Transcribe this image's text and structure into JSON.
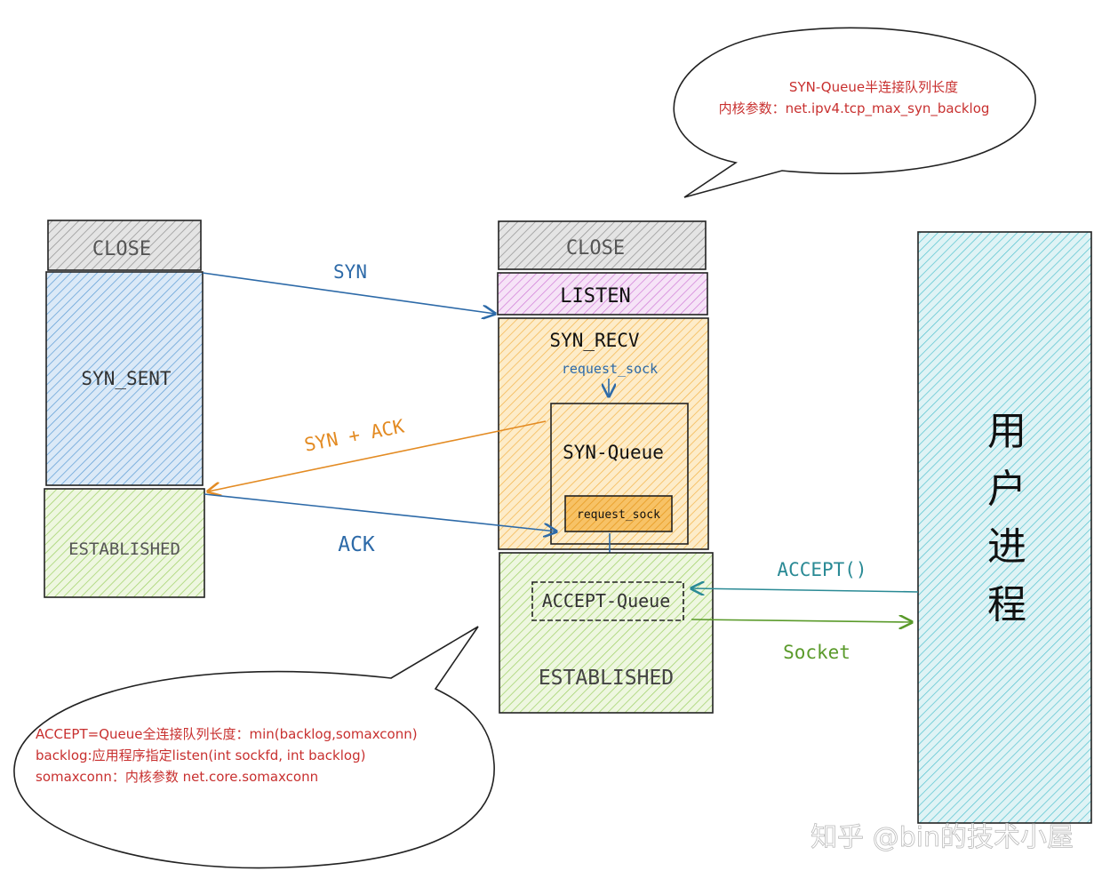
{
  "client": {
    "close": "CLOSE",
    "syn_sent": "SYN_SENT",
    "established": "ESTABLISHED"
  },
  "server": {
    "close": "CLOSE",
    "listen": "LISTEN",
    "syn_recv": "SYN_RECV",
    "request_sock_top": "request_sock",
    "syn_queue": "SYN-Queue",
    "request_sock_inner": "request_sock",
    "accept_queue": "ACCEPT-Queue",
    "established": "ESTABLISHED"
  },
  "user_process": {
    "label": [
      "用",
      "户",
      "进",
      "程"
    ]
  },
  "arrows": {
    "syn": "SYN",
    "syn_ack": "SYN + ACK",
    "ack": "ACK",
    "accept": "ACCEPT()",
    "socket": "Socket"
  },
  "bubble_top": {
    "line1": "SYN-Queue半连接队列长度",
    "line2": "内核参数：net.ipv4.tcp_max_syn_backlog"
  },
  "bubble_bottom": {
    "line1": "ACCEPT=Queue全连接队列长度：min(backlog,somaxconn)",
    "line2": "backlog:应用程序指定listen(int sockfd, int backlog)",
    "line3": "somaxconn：内核参数 net.core.somaxconn"
  },
  "watermark": "知乎 @bin的技术小屋",
  "colors": {
    "gray": "#9e9e9e",
    "blue": "#5a9bd5",
    "green": "#a5d66a",
    "purple": "#d07bd6",
    "orange": "#f6b34a",
    "cyan": "#52c2cf",
    "arrow_blue": "#2d6aa8",
    "arrow_orange": "#e38b23",
    "arrow_green": "#5a9a2a",
    "arrow_teal": "#2a8a95",
    "note_red": "#c8302f"
  }
}
